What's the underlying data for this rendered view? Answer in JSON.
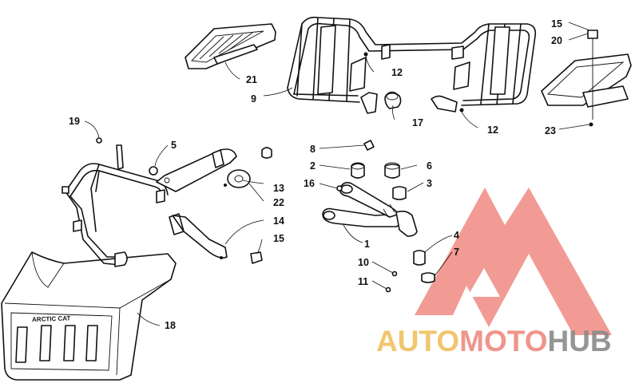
{
  "diagram": {
    "callouts": {
      "c1": "1",
      "c2": "2",
      "c3": "3",
      "c4": "4",
      "c5": "5",
      "c6": "6",
      "c7": "7",
      "c8": "8",
      "c9": "9",
      "c10": "10",
      "c11": "11",
      "c12a": "12",
      "c12b": "12",
      "c13": "13",
      "c14": "14",
      "c15a": "15",
      "c15b": "15",
      "c16": "16",
      "c17": "17",
      "c18": "18",
      "c19": "19",
      "c20": "20",
      "c21": "21",
      "c22": "22",
      "c23": "23"
    },
    "guard_emblem": "ARCTIC CAT"
  },
  "watermark": {
    "word_auto": "AUTO",
    "word_moto": "MOTO",
    "word_hub": "HUB",
    "colors": {
      "logo": "#f08a82",
      "auto": "#f0c060",
      "moto": "#ee8a80",
      "hub": "#8a8a8a"
    }
  }
}
